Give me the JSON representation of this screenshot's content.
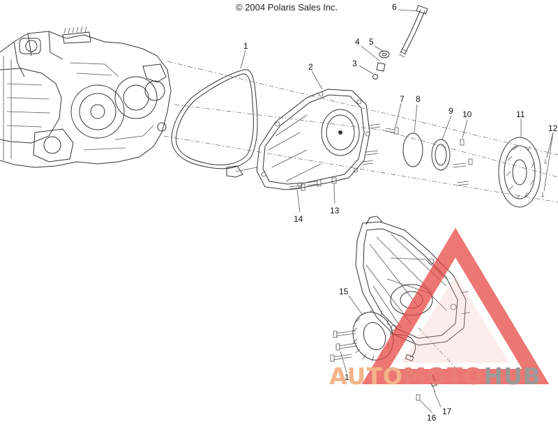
{
  "copyright": "© 2004 Polaris Sales Inc.",
  "callouts": [
    {
      "id": "1",
      "label": "1"
    },
    {
      "id": "2",
      "label": "2"
    },
    {
      "id": "3",
      "label": "3"
    },
    {
      "id": "4",
      "label": "4"
    },
    {
      "id": "5",
      "label": "5"
    },
    {
      "id": "6",
      "label": "6"
    },
    {
      "id": "7",
      "label": "7"
    },
    {
      "id": "8",
      "label": "8"
    },
    {
      "id": "9",
      "label": "9"
    },
    {
      "id": "10",
      "label": "10"
    },
    {
      "id": "11",
      "label": "11"
    },
    {
      "id": "12",
      "label": "12"
    },
    {
      "id": "13",
      "label": "13"
    },
    {
      "id": "14a",
      "label": "14"
    },
    {
      "id": "15",
      "label": "15"
    },
    {
      "id": "14b",
      "label": "14"
    },
    {
      "id": "16",
      "label": "16"
    },
    {
      "id": "17",
      "label": "17"
    }
  ],
  "watermark": {
    "part1": "AUTO",
    "part2": "MOTO",
    "part3": "HUB",
    "color_auto": "#f2b48a",
    "color_moto": "#ea7c76",
    "color_hub": "#9a9a9a",
    "triangle_color": "#e6443c"
  }
}
